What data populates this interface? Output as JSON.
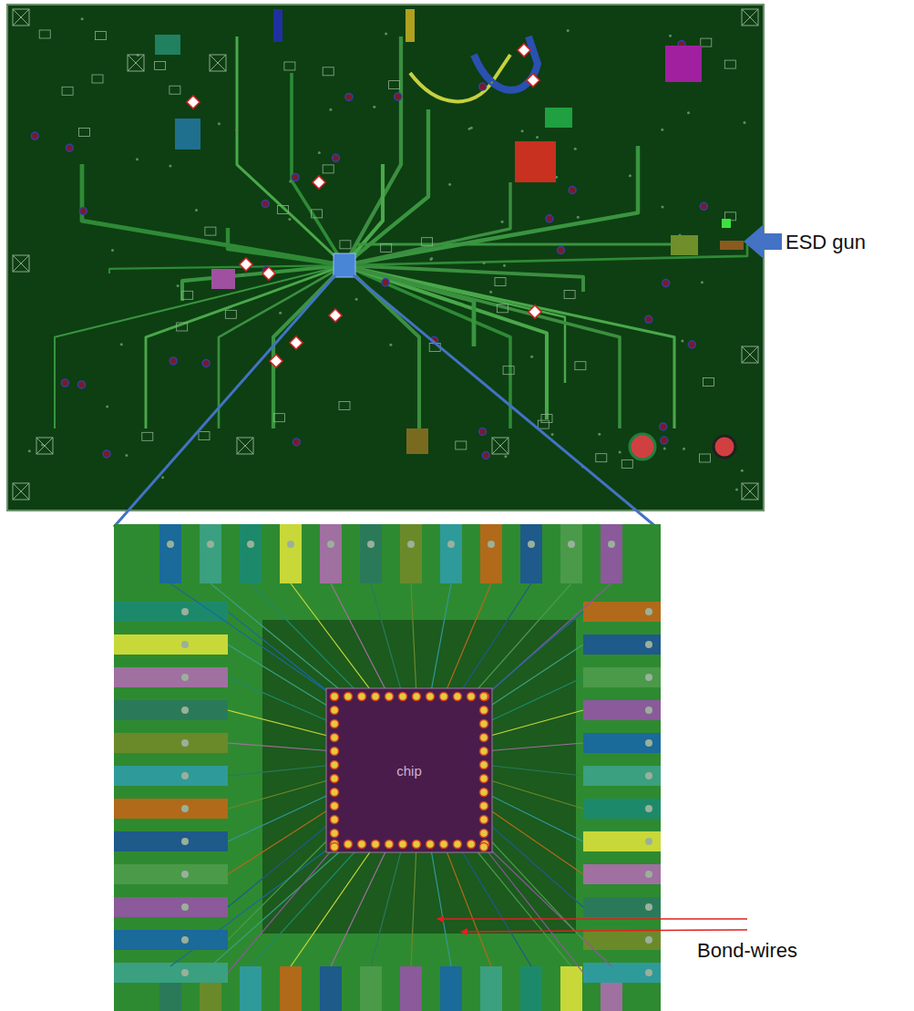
{
  "diagram": {
    "nodes": [
      {
        "text": [
          "chip"
        ]
      }
    ],
    "labels": [
      "ESD gun",
      "Bond-wires"
    ]
  }
}
